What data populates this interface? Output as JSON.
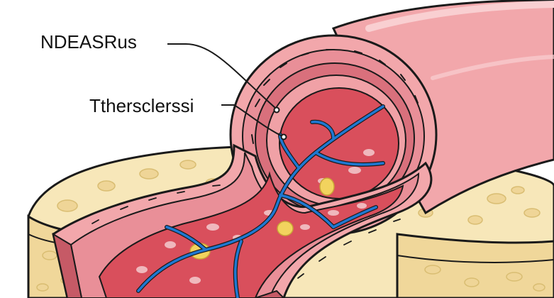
{
  "labels": {
    "label_1": "NDEASRus",
    "label_2": "Tthersclerssi"
  },
  "colors": {
    "outline": "#1a1a1a",
    "outer_wall": "#f2a7ab",
    "wall_layer": "#e98f98",
    "media_layer": "#d9707c",
    "lumen": "#d94f5c",
    "vessels": "#1f78d1",
    "plaque": "#f2d35e",
    "fat_tissue": "#f7e7b9",
    "fat_cell": "#efd597"
  },
  "icons": [
    "leader-line",
    "artery-cross-section",
    "fat-tissue-slab"
  ]
}
